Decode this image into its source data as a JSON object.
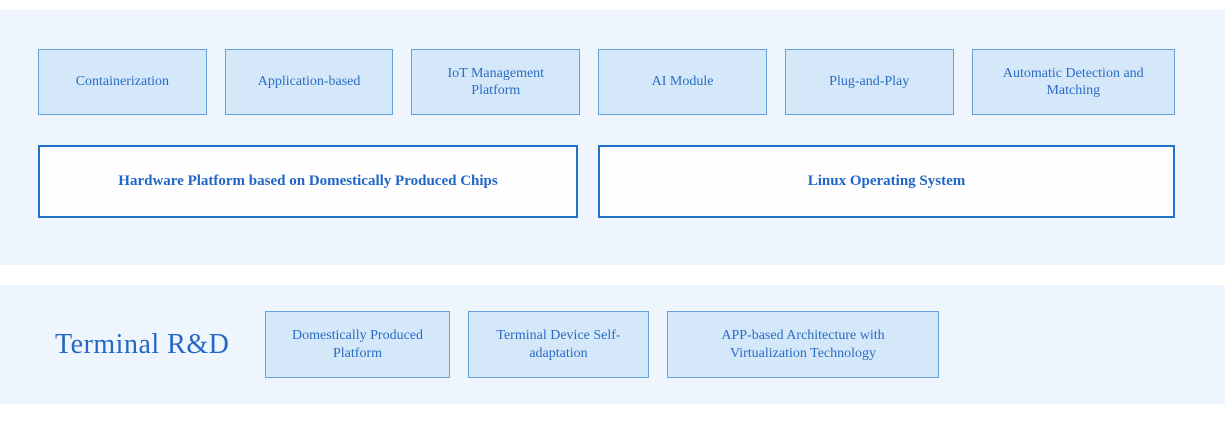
{
  "palette": {
    "section_background": "#eef5fc",
    "feature_box_fill": "#d4e8fa",
    "feature_box_border": "#66a1dc",
    "platform_box_fill": "#fefeff",
    "platform_box_border": "#2273c8",
    "text_blue": "#2b6cc4",
    "title_blue": "#2468c4"
  },
  "upper_section": {
    "feature_boxes": [
      {
        "label": "Containerization"
      },
      {
        "label": "Application-based"
      },
      {
        "label": "IoT Management Platform"
      },
      {
        "label": "AI Module"
      },
      {
        "label": "Plug-and-Play"
      },
      {
        "label": "Automatic Detection and Matching"
      }
    ],
    "platform_boxes": [
      {
        "label": "Hardware Platform based on Domestically Produced Chips"
      },
      {
        "label": "Linux Operating System"
      }
    ]
  },
  "lower_section": {
    "title": "Terminal R&D",
    "feature_boxes": [
      {
        "label": "Domestically Produced Platform"
      },
      {
        "label": "Terminal Device Self-adaptation"
      },
      {
        "label": "APP-based Architecture with Virtualization Technology"
      }
    ]
  }
}
